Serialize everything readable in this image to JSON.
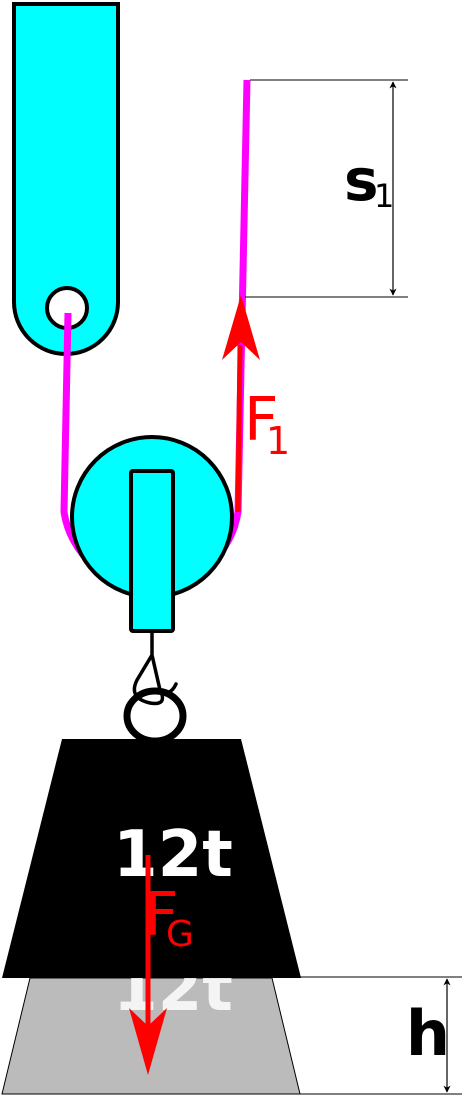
{
  "labels": {
    "distance_main": "s",
    "distance_sub": "1",
    "force_pull_main": "F",
    "force_pull_sub": "1",
    "weight_text": "12t",
    "weight_shadow_text": "12t",
    "force_gravity_main": "F",
    "force_gravity_sub": "G",
    "height_label": "h"
  },
  "colors": {
    "pulley": "#00ffff",
    "rope": "#ff00ff",
    "force": "#ff0000",
    "weight": "#000000",
    "weight_shadow": "#bbbbbb",
    "weight_text": "#ffffff",
    "stroke": "#000000"
  }
}
